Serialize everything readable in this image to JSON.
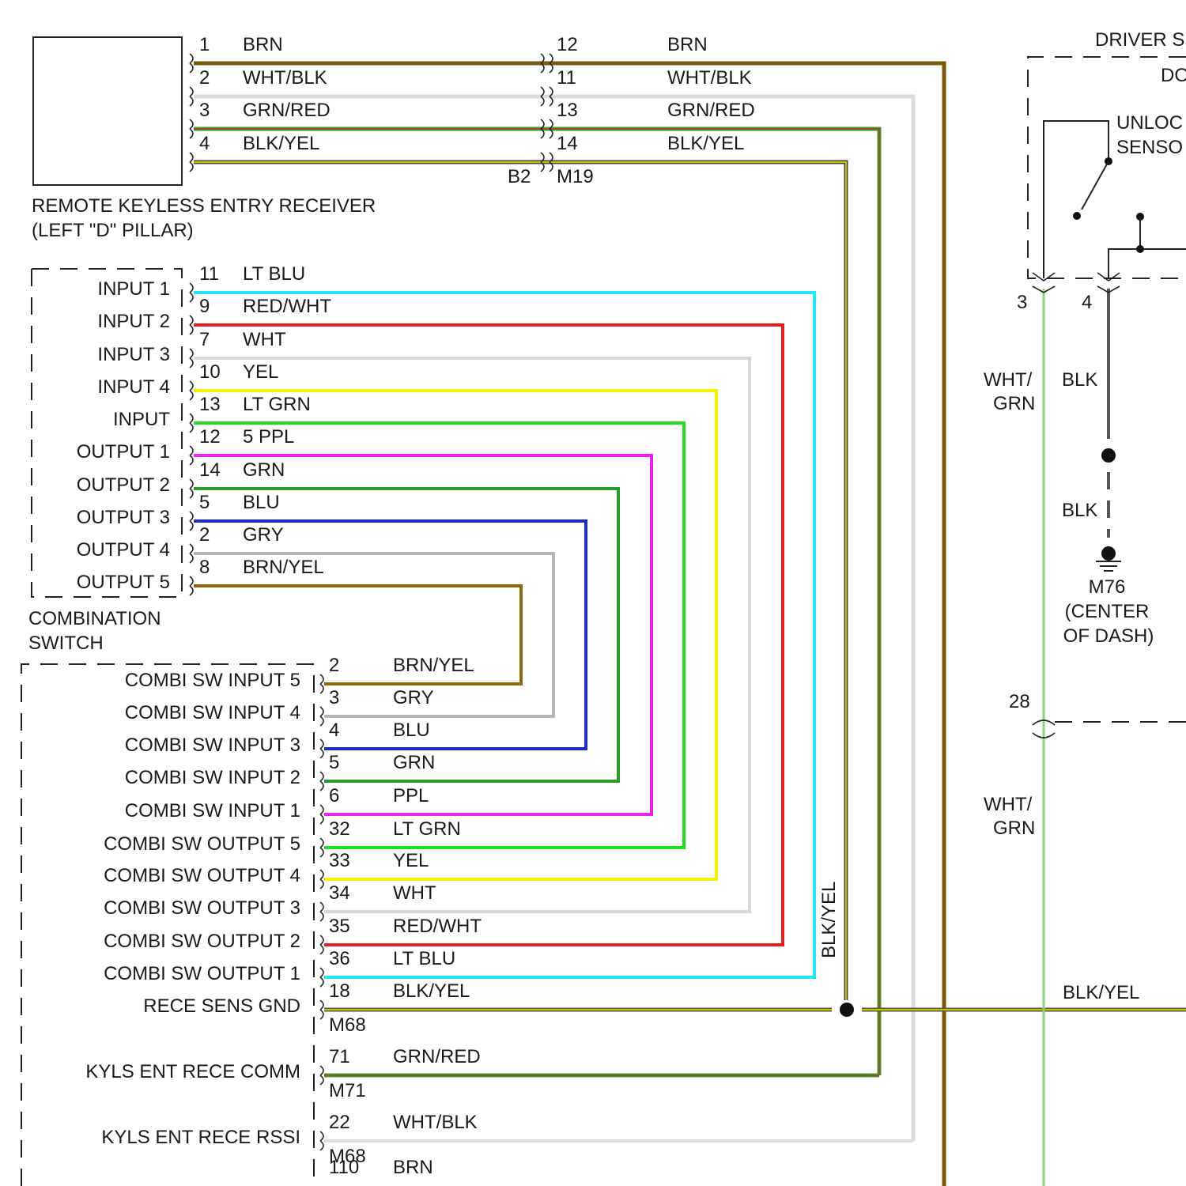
{
  "rke_receiver": {
    "title_line1": "REMOTE KEYLESS ENTRY RECEIVER",
    "title_line2": "(LEFT \"D\" PILLAR)",
    "connector_left": "B2",
    "connector_right": "M19",
    "wires": [
      {
        "pin": "1",
        "color_label": "BRN",
        "far_pin": "12",
        "far_label": "BRN",
        "color": "#7a5a0a",
        "stripe": "#7a5a0a"
      },
      {
        "pin": "2",
        "color_label": "WHT/BLK",
        "far_pin": "11",
        "far_label": "WHT/BLK",
        "color": "#dcdcdc",
        "stripe": "#dcdcdc"
      },
      {
        "pin": "3",
        "color_label": "GRN/RED",
        "far_pin": "13",
        "far_label": "GRN/RED",
        "color": "#3aa02a",
        "stripe": "#c0392b"
      },
      {
        "pin": "4",
        "color_label": "BLK/YEL",
        "far_pin": "14",
        "far_label": "BLK/YEL",
        "color": "#4a4a3a",
        "stripe": "#e8e800"
      }
    ]
  },
  "combination_switch": {
    "title_line1": "COMBINATION",
    "title_line2": "SWITCH",
    "pins": [
      {
        "name": "INPUT 1",
        "pin": "11",
        "color_label": "LT BLU",
        "color": "#22e6f5"
      },
      {
        "name": "INPUT 2",
        "pin": "9",
        "color_label": "RED/WHT",
        "color": "#e02020"
      },
      {
        "name": "INPUT 3",
        "pin": "7",
        "color_label": "WHT",
        "color": "#d8d8d8"
      },
      {
        "name": "INPUT 4",
        "pin": "10",
        "color_label": "YEL",
        "color": "#f2f200"
      },
      {
        "name": "INPUT",
        "pin": "13",
        "color_label": "LT GRN",
        "color": "#22dd22"
      },
      {
        "name": "OUTPUT 1",
        "pin": "12",
        "color_label": "5 PPL",
        "color": "#ee22ee"
      },
      {
        "name": "OUTPUT 2",
        "pin": "14",
        "color_label": "GRN",
        "color": "#2a9a2a"
      },
      {
        "name": "OUTPUT 3",
        "pin": "5",
        "color_label": "BLU",
        "color": "#1a2acc"
      },
      {
        "name": "OUTPUT 4",
        "pin": "2",
        "color_label": "GRY",
        "color": "#b4b4b4"
      },
      {
        "name": "OUTPUT 5",
        "pin": "8",
        "color_label": "BRN/YEL",
        "color": "#8a6a0a"
      }
    ]
  },
  "bcm": {
    "pins": [
      {
        "name": "COMBI SW INPUT 5",
        "pin": "2",
        "color_label": "BRN/YEL"
      },
      {
        "name": "COMBI SW INPUT 4",
        "pin": "3",
        "color_label": "GRY"
      },
      {
        "name": "COMBI SW INPUT 3",
        "pin": "4",
        "color_label": "BLU"
      },
      {
        "name": "COMBI SW INPUT 2",
        "pin": "5",
        "color_label": "GRN"
      },
      {
        "name": "COMBI SW INPUT 1",
        "pin": "6",
        "color_label": "PPL"
      },
      {
        "name": "COMBI SW OUTPUT 5",
        "pin": "32",
        "color_label": "LT GRN"
      },
      {
        "name": "COMBI SW OUTPUT 4",
        "pin": "33",
        "color_label": "YEL"
      },
      {
        "name": "COMBI SW OUTPUT 3",
        "pin": "34",
        "color_label": "WHT"
      },
      {
        "name": "COMBI SW OUTPUT 2",
        "pin": "35",
        "color_label": "RED/WHT"
      },
      {
        "name": "COMBI SW OUTPUT 1",
        "pin": "36",
        "color_label": "LT BLU"
      },
      {
        "name": "RECE SENS GND",
        "pin": "18",
        "color_label": "BLK/YEL",
        "connector": "M68"
      },
      {
        "name": "KYLS ENT RECE COMM",
        "pin": "71",
        "color_label": "GRN/RED",
        "connector": "M71"
      },
      {
        "name": "KYLS ENT RECE RSSI",
        "pin": "22",
        "color_label": "WHT/BLK",
        "connector": "M68"
      },
      {
        "name": "",
        "pin": "110",
        "color_label": "BRN"
      }
    ],
    "vertical_label": "BLK/YEL"
  },
  "driver_door": {
    "title": "DRIVER S",
    "subtitle": "DO",
    "sensor_line1": "UNLOC",
    "sensor_line2": "SENSO",
    "pin_left": "3",
    "pin_right": "4",
    "wht_grn_line1": "WHT/",
    "wht_grn_line2": "GRN",
    "blk_label": "BLK",
    "blk_label_2": "BLK",
    "ground_name": "M76",
    "ground_line2": "(CENTER",
    "ground_line3": "OF DASH)",
    "splice_pin": "28",
    "wht_grn2_line1": "WHT/",
    "wht_grn2_line2": "GRN",
    "blk_yel_label": "BLK/YEL"
  },
  "colors": {
    "brn": "#7a5a0a",
    "wht_blk": "#dcdcdc",
    "grn_red": "#3aa02a",
    "blk_yel": "#5a5a3a",
    "wht_grn": "#8fd07f",
    "blk": "#555555"
  }
}
